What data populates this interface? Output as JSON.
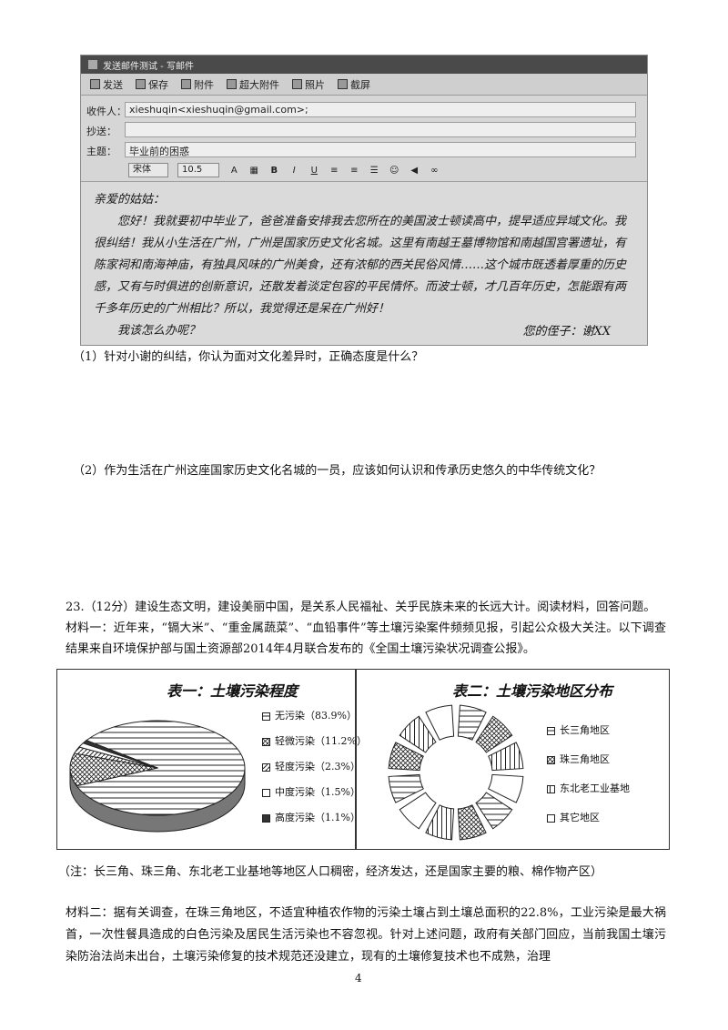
{
  "email": {
    "window_title": "发送邮件测试 - 写邮件",
    "toolbar": [
      "发送",
      "保存",
      "附件",
      "超大附件",
      "照片",
      "截屏"
    ],
    "to_label": "收件人：",
    "to_value": "xieshuqin<xieshuqin@gmail.com>;",
    "cc_label": "抄送：",
    "cc_value": "",
    "subject_label": "主题：",
    "subject_value": "毕业前的困惑",
    "font_name": "宋体",
    "font_size": "10.5",
    "body": [
      "亲爱的姑姑：",
      "　　您好！我就要初中毕业了，爸爸准备安排我去您所在的美国波士顿读高中，提早适应异域文化。我很纠结！我从小生活在广州，广州是国家历史文化名城。这里有南越王墓博物馆和南越国宫署遗址，有陈家祠和南海神庙，有独具风味的广州美食，还有浓郁的西关民俗风情……这个城市既透着厚重的历史感，又有与时俱进的创新意识，还散发着淡定包容的平民情怀。而波士顿，才几百年历史，怎能跟有两千多年历史的广州相比？所以，我觉得还是呆在广州好！",
      "　　我该怎么办呢？"
    ],
    "signature": "您的侄子：谢XX"
  },
  "questions": {
    "q1": "（1）针对小谢的纠结，你认为面对文化差异时，正确态度是什么？",
    "q2": "（2）作为生活在广州这座国家历史文化名城的一员，应该如何认识和传承历史悠久的中华传统文化？"
  },
  "q23": {
    "intro": "23.（12分）建设生态文明，建设美丽中国，是关系人民福祉、关乎民族未来的长远大计。阅读材料，回答问题。",
    "material1": "材料一：近年来，“镉大米”、“重金属蔬菜”、“血铅事件”等土壤污染案件频频见报，引起公众极大关注。以下调查结果来自环境保护部与国土资源部2014年4月联合发布的《全国土壤污染状况调查公报》。",
    "note": "（注：长三角、珠三角、东北老工业基地等地区人口稠密，经济发达，还是国家主要的粮、棉作物产区）",
    "material2": "材料二：据有关调查，在珠三角地区，不适宜种植农作物的污染土壤占到土壤总面积的22.8%，工业污染是最大祸首，一次性餐具造成的白色污染及居民生活污染也不容忽视。针对上述问题，政府有关部门回应，当前我国土壤污染防治法尚未出台，土壤污染修复的技术规范还没建立，现有的土壤修复技术也不成熟，治理"
  },
  "chart_data": [
    {
      "type": "pie",
      "title": "表一：土壤污染程度",
      "categories": [
        "无污染",
        "轻微污染",
        "轻度污染",
        "中度污染",
        "高度污染"
      ],
      "values": [
        83.9,
        11.2,
        2.3,
        1.5,
        1.1
      ],
      "legend_labels": [
        "无污染（83.9%）",
        "轻微污染（11.2%）",
        "轻度污染（2.3%）",
        "中度污染（1.5%）",
        "高度污染（1.1%）"
      ],
      "legend_position": "right"
    },
    {
      "type": "pie",
      "title": "表二：土壤污染地区分布",
      "categories": [
        "长三角地区",
        "珠三角地区",
        "东北老工业基地",
        "其它地区"
      ],
      "values": [],
      "legend_position": "right"
    }
  ],
  "page_number": "4"
}
